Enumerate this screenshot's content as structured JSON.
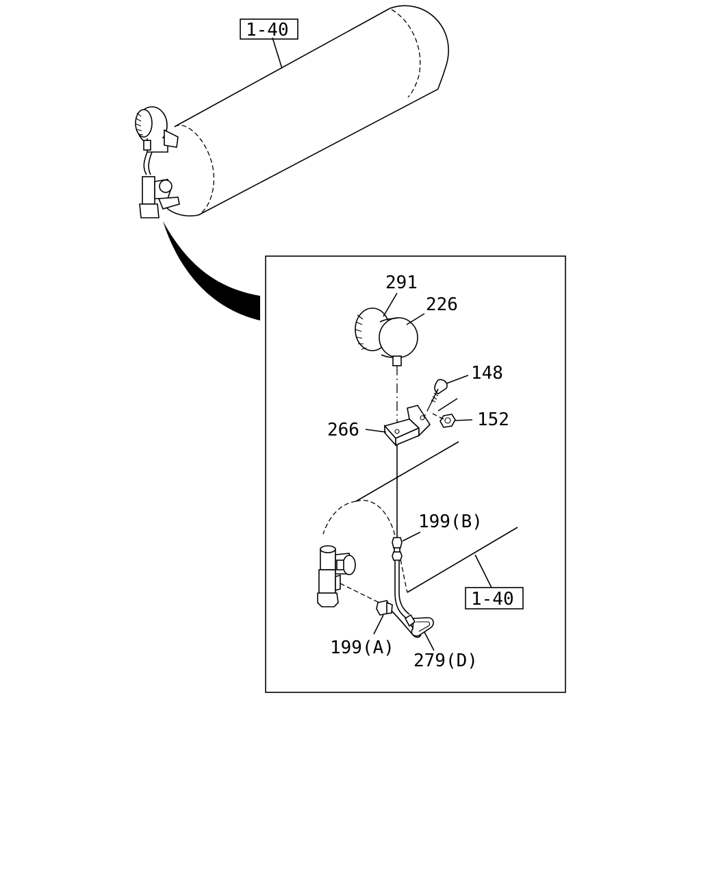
{
  "callouts": {
    "ref_top": "1-40",
    "ref_bottom": "1-40",
    "p291": "291",
    "p226": "226",
    "p148": "148",
    "p152": "152",
    "p266": "266",
    "p199b": "199(B)",
    "p199a": "199(A)",
    "p279d": "279(D)"
  }
}
